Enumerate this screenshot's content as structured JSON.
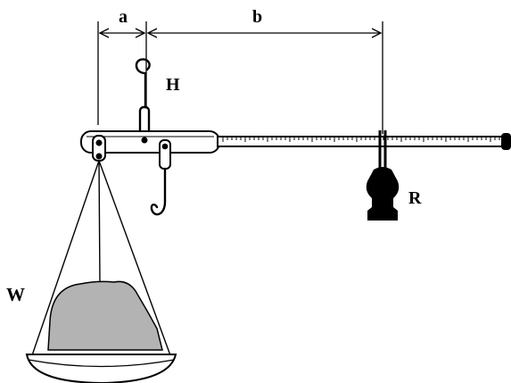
{
  "labels": {
    "a": "a",
    "b": "b",
    "hook": "H",
    "rider": "R",
    "weight": "W"
  },
  "colors": {
    "ink": "#000000",
    "load": "#b3b3b3",
    "background": "#ffffff"
  }
}
